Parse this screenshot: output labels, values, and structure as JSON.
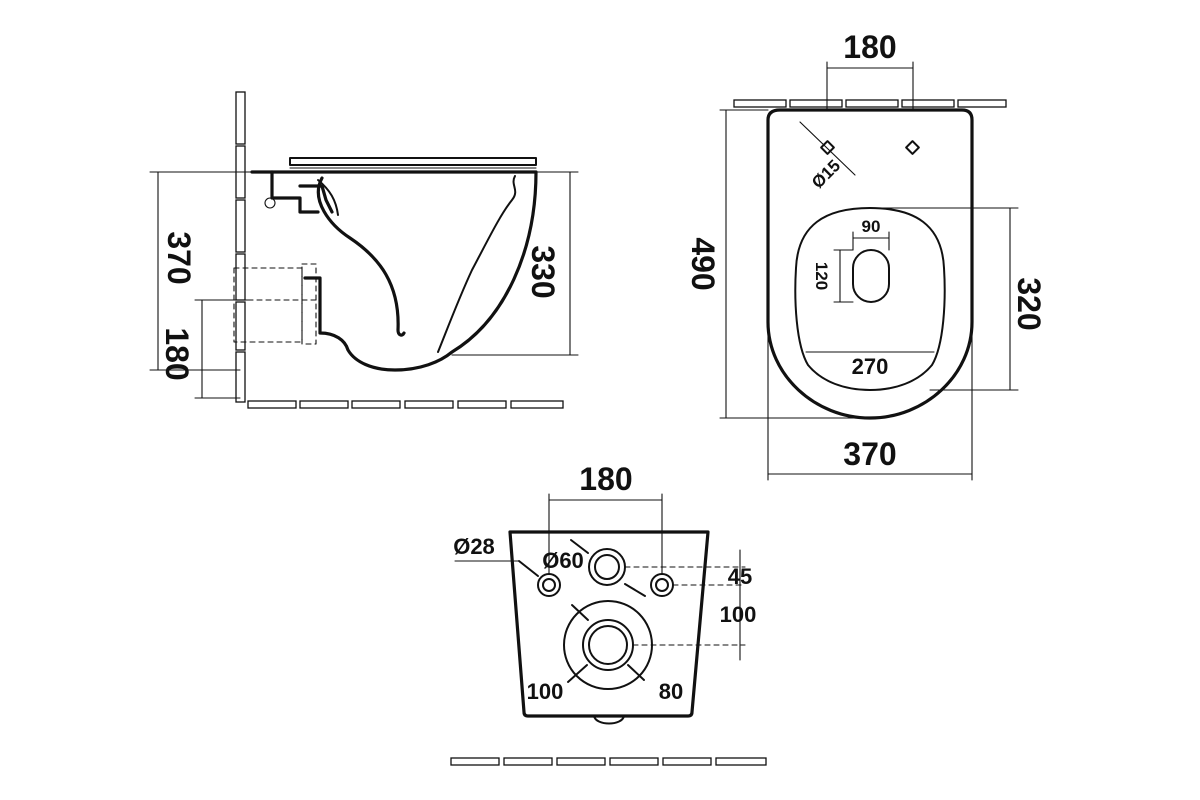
{
  "side_view": {
    "dimensions": {
      "overall_height": "370",
      "bowl_height": "330",
      "outlet_height": "180"
    }
  },
  "top_view": {
    "dimensions": {
      "bolt_spacing": "180",
      "bolt_hole_diameter": "Ø15",
      "outlet_width": "90",
      "outlet_length": "120",
      "overall_length": "490",
      "opening_length": "320",
      "opening_width": "270",
      "overall_width": "370"
    }
  },
  "back_view": {
    "dimensions": {
      "bolt_spacing": "180",
      "bolt_hole_diameter": "Ø28",
      "inlet_diameter": "Ø60",
      "inlet_offset": "45",
      "outlet_offset": "100",
      "outlet_left": "100",
      "outlet_right": "80"
    }
  }
}
